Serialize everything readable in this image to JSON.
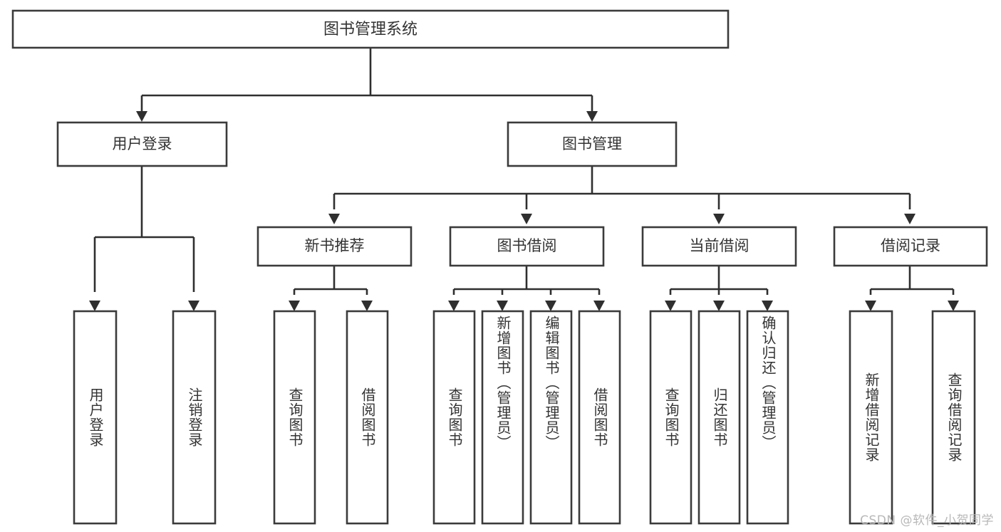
{
  "diagram": {
    "type": "tree-hierarchy",
    "title": "图书管理系统",
    "watermark": "CSDN @软件_小贺同学",
    "root": {
      "id": "root",
      "label": "图书管理系统",
      "orientation": "horizontal"
    },
    "level2": [
      {
        "id": "user-login",
        "label": "用户登录",
        "orientation": "horizontal"
      },
      {
        "id": "book-manage",
        "label": "图书管理",
        "orientation": "horizontal"
      }
    ],
    "level3": [
      {
        "id": "new-book-rec",
        "label": "新书推荐",
        "parent": "book-manage",
        "orientation": "horizontal"
      },
      {
        "id": "book-borrow",
        "label": "图书借阅",
        "parent": "book-manage",
        "orientation": "horizontal"
      },
      {
        "id": "current-borrow",
        "label": "当前借阅",
        "parent": "book-manage",
        "orientation": "horizontal"
      },
      {
        "id": "borrow-record",
        "label": "借阅记录",
        "parent": "book-manage",
        "orientation": "horizontal"
      }
    ],
    "leaves": [
      {
        "id": "leaf-user-login",
        "label": "用户登录",
        "parent": "user-login",
        "orientation": "vertical",
        "long": false
      },
      {
        "id": "leaf-user-logout",
        "label": "注销登录",
        "parent": "user-login",
        "orientation": "vertical",
        "long": false
      },
      {
        "id": "leaf-query-book-1",
        "label": "查询图书",
        "parent": "new-book-rec",
        "orientation": "vertical",
        "long": false
      },
      {
        "id": "leaf-borrow-book-1",
        "label": "借阅图书",
        "parent": "new-book-rec",
        "orientation": "vertical",
        "long": false
      },
      {
        "id": "leaf-query-book-2",
        "label": "查询图书",
        "parent": "book-borrow",
        "orientation": "vertical",
        "long": false
      },
      {
        "id": "leaf-add-book",
        "label": "新增图书（管理员）",
        "parent": "book-borrow",
        "orientation": "vertical",
        "long": true
      },
      {
        "id": "leaf-edit-book",
        "label": "编辑图书（管理员）",
        "parent": "book-borrow",
        "orientation": "vertical",
        "long": true
      },
      {
        "id": "leaf-borrow-book-2",
        "label": "借阅图书",
        "parent": "book-borrow",
        "orientation": "vertical",
        "long": false
      },
      {
        "id": "leaf-query-book-3",
        "label": "查询图书",
        "parent": "current-borrow",
        "orientation": "vertical",
        "long": false
      },
      {
        "id": "leaf-return-book",
        "label": "归还图书",
        "parent": "current-borrow",
        "orientation": "vertical",
        "long": false
      },
      {
        "id": "leaf-confirm-return",
        "label": "确认归还（管理员）",
        "parent": "current-borrow",
        "orientation": "vertical",
        "long": true
      },
      {
        "id": "leaf-add-record",
        "label": "新增借阅记录",
        "parent": "borrow-record",
        "orientation": "vertical",
        "long": true
      },
      {
        "id": "leaf-query-record",
        "label": "查询借阅记录",
        "parent": "borrow-record",
        "orientation": "vertical",
        "long": true
      }
    ],
    "colors": {
      "box_stroke": "#3b3b3b",
      "box_fill": "#ffffff",
      "connector": "#2f2f2f",
      "text": "#333333",
      "watermark": "#b8b8b8",
      "background": "#ffffff"
    }
  }
}
